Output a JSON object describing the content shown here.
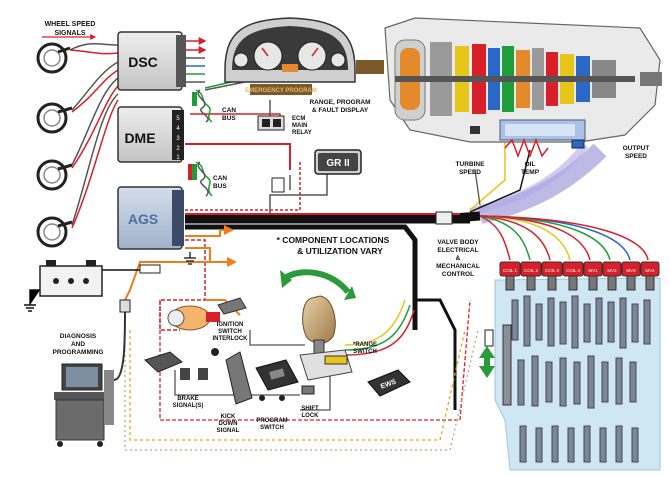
{
  "labels": {
    "wheel_speed_line1": "WHEEL SPEED",
    "wheel_speed_line2": "SIGNALS",
    "dsc": "DSC",
    "dme": "DME",
    "ags": "AGS",
    "gr2": "GR II",
    "can_bus_1_line1": "CAN",
    "can_bus_1_line2": "BUS",
    "can_bus_2_line1": "CAN",
    "can_bus_2_line2": "BUS",
    "ecm_relay_line1": "ECM",
    "ecm_relay_line2": "MAIN",
    "ecm_relay_line3": "RELAY",
    "range_display_line1": "RANGE, PROGRAM",
    "range_display_line2": "& FAULT DISPLAY",
    "cluster_banner": "EMERGENCY PROGRAM",
    "turbine_speed_line1": "TURBINE",
    "turbine_speed_line2": "SPEED",
    "oil_temp_line1": "OIL",
    "oil_temp_line2": "TEMP",
    "output_speed_line1": "OUTPUT",
    "output_speed_line2": "SPEED",
    "component_note_line1": "* COMPONENT LOCATIONS",
    "component_note_line2": "& UTILIZATION VARY",
    "valve_body_line1": "VALVE BODY",
    "valve_body_line2": "ELECTRICAL",
    "valve_body_line3": "&",
    "valve_body_line4": "MECHANICAL",
    "valve_body_line5": "CONTROL",
    "diagnosis_line1": "DIAGNOSIS",
    "diagnosis_line2": "AND",
    "diagnosis_line3": "PROGRAMMING",
    "ignition_line1": "IGNITION",
    "ignition_line2": "SWITCH",
    "ignition_line3": "INTERLOCK",
    "range_switch_line1": "*RANGE",
    "range_switch_line2": "SWITCH",
    "brake_line1": "BRAKE",
    "brake_line2": "SIGNAL(S)",
    "kickdown_line1": "KICK",
    "kickdown_line2": "DOWN",
    "kickdown_line3": "SIGNAL",
    "program_line1": "PROGRAM",
    "program_line2": "SWITCH",
    "shift_lock_line1": "SHIFT",
    "shift_lock_line2": "LOCK",
    "ews": "EWS",
    "dme_pins": [
      "5",
      "4",
      "3",
      "2",
      "1"
    ],
    "solenoids": [
      "COIL 1",
      "COIL 2",
      "COIL 3",
      "COIL 4",
      "MV1",
      "MV2",
      "MV3",
      "MV4"
    ]
  },
  "colors": {
    "wire_red": "#d8202a",
    "wire_orange": "#f07d1a",
    "wire_green": "#1e9e3a",
    "wire_yellow": "#e6c619",
    "wire_black": "#111111",
    "module_fill": "#d9d9d9",
    "ags_fill": "#b9c6d8",
    "ags_text": "#4d6fa3",
    "valve_body": "#cfe7f3",
    "harness_purple": "#8a7fd1",
    "arrow_green": "#2a9a3b"
  }
}
